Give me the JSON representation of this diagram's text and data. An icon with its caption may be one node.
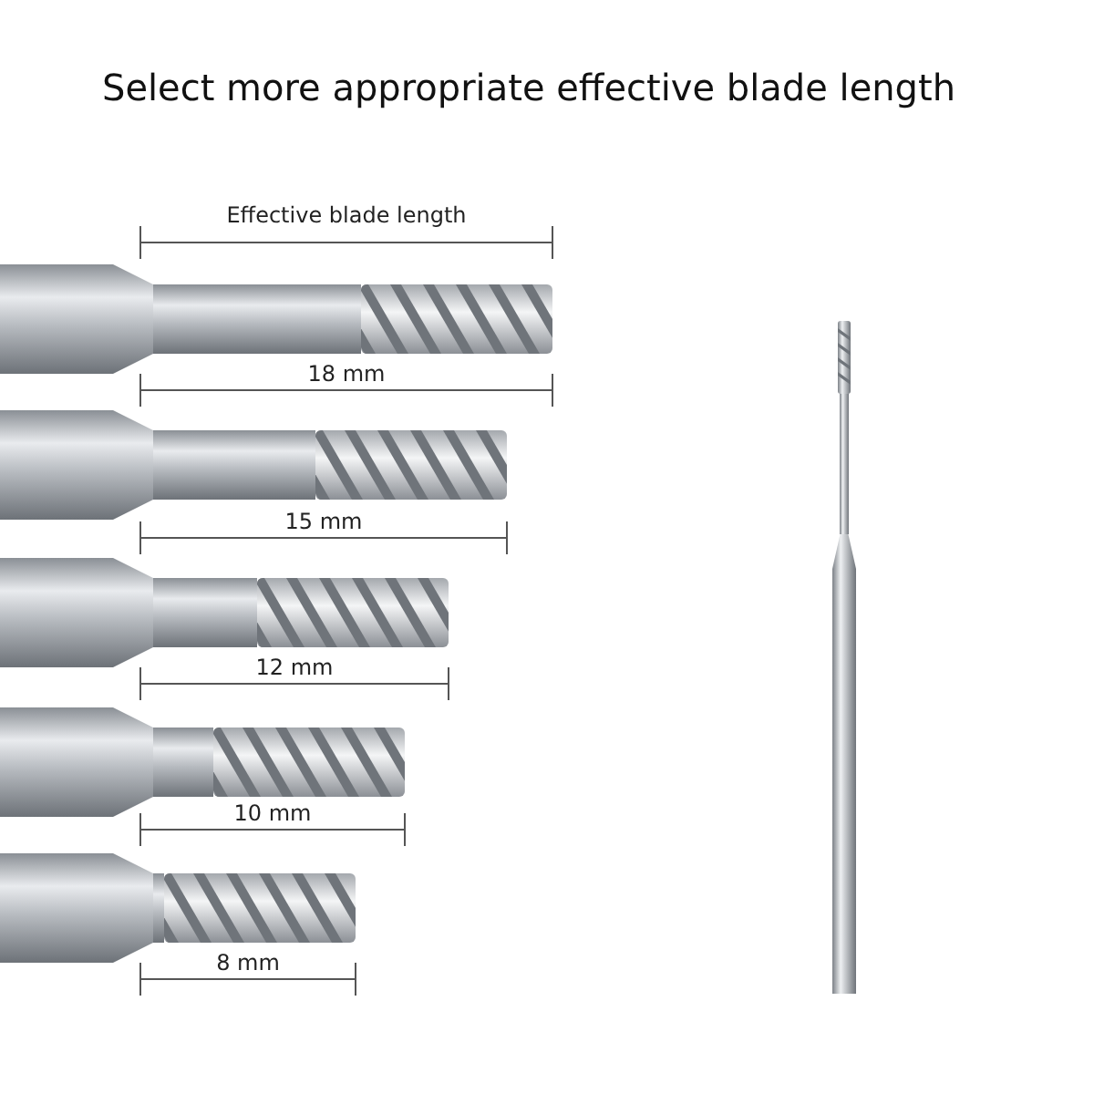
{
  "diagram": {
    "title": "Select more appropriate effective blade length",
    "labels": [
      "Effective blade length",
      "18 mm",
      "15 mm",
      "12 mm",
      "10 mm",
      "8 mm"
    ]
  }
}
